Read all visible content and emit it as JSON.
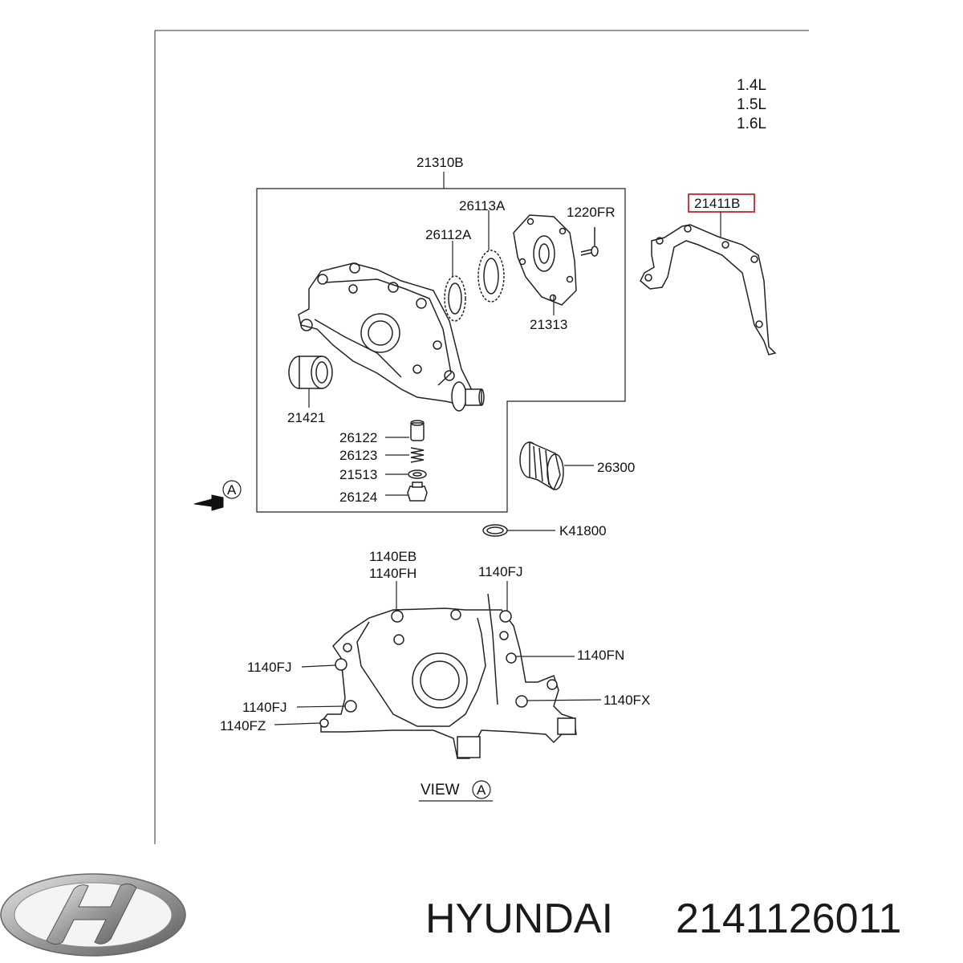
{
  "engine_sizes": [
    "1.4L",
    "1.5L",
    "1.6L"
  ],
  "assembly_label": "21310B",
  "highlighted_part": "21411B",
  "colors": {
    "highlight": "#c0282d",
    "line": "#222222"
  },
  "parts": {
    "p26113A": "26113A",
    "p1220FR": "1220FR",
    "p26112A": "26112A",
    "p21313": "21313",
    "p21421": "21421",
    "p26122": "26122",
    "p26123": "26123",
    "p21513": "21513",
    "p26124": "26124",
    "p26300": "26300",
    "pK41800": "K41800"
  },
  "view_marker": "A",
  "bolts": {
    "b1140EB": "1140EB",
    "b1140FH": "1140FH",
    "b1140FJ_top": "1140FJ",
    "b1140FN": "1140FN",
    "b1140FJ_left1": "1140FJ",
    "b1140FX": "1140FX",
    "b1140FJ_left2": "1140FJ",
    "b1140FZ": "1140FZ"
  },
  "view_label": "VIEW",
  "brand": {
    "name": "HYUNDAI",
    "part_number": "2141126011",
    "logo_icon": "hyundai-logo-icon"
  }
}
